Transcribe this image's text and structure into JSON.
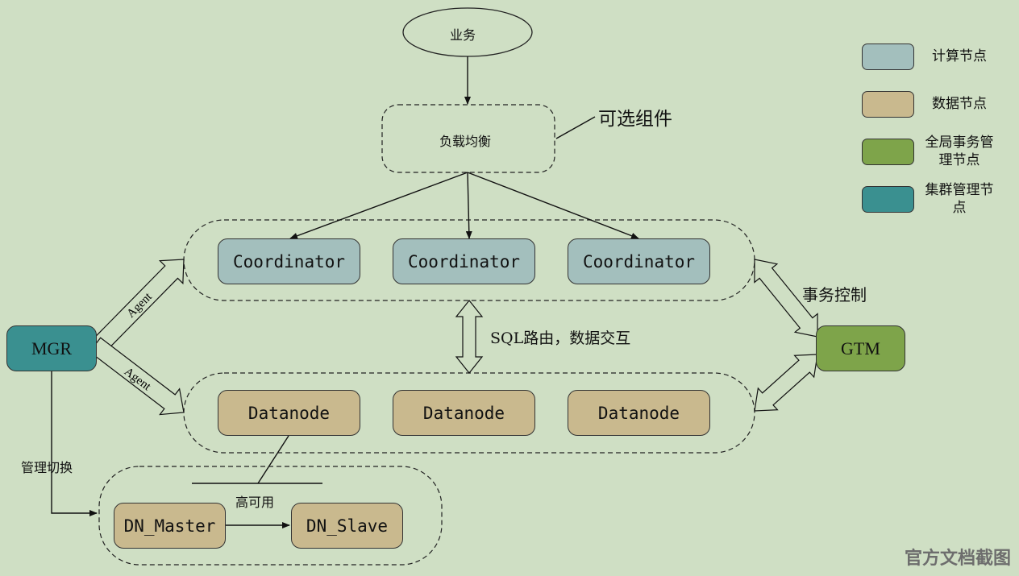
{
  "colors": {
    "background": "#cfdfc4",
    "coordinator": "#a3bfbd",
    "datanode": "#c9b98e",
    "gtm": "#7ea44a",
    "mgr": "#3a9090"
  },
  "business": "业务",
  "load_balancer": "负载均衡",
  "optional_label": "可选组件",
  "coordinators": [
    "Coordinator",
    "Coordinator",
    "Coordinator"
  ],
  "datanodes": [
    "Datanode",
    "Datanode",
    "Datanode"
  ],
  "mgr": "MGR",
  "gtm": "GTM",
  "agent_labels": [
    "Agent",
    "Agent"
  ],
  "sql_label": "SQL路由，数据交互",
  "txn_label": "事务控制",
  "mgmt_switch_label": "管理切换",
  "ha_label": "高可用",
  "dn_master": "DN_Master",
  "dn_slave": "DN_Slave",
  "legend": [
    {
      "label": "计算节点",
      "color": "#a3bfbd"
    },
    {
      "label": "数据节点",
      "color": "#c9b98e"
    },
    {
      "label": "全局事务管理节点",
      "color": "#7ea44a"
    },
    {
      "label": "集群管理节点",
      "color": "#3a9090"
    }
  ],
  "watermark": "官方文档截图"
}
